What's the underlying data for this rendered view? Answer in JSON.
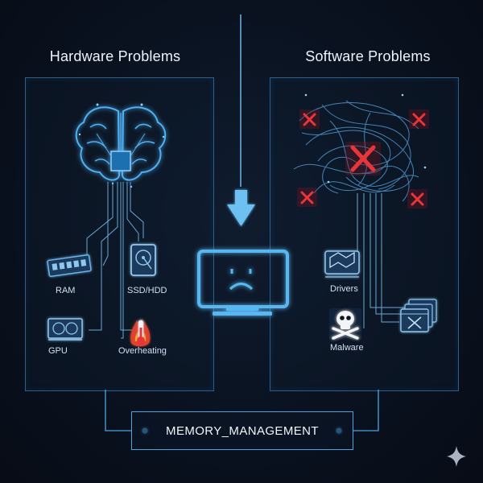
{
  "hardware": {
    "title": "Hardware Problems",
    "items": [
      {
        "label": "RAM",
        "icon": "ram-icon"
      },
      {
        "label": "SSD/HDD",
        "icon": "hard-drive-icon"
      },
      {
        "label": "GPU",
        "icon": "gpu-icon"
      },
      {
        "label": "Overheating",
        "icon": "thermometer-fire-icon"
      }
    ]
  },
  "software": {
    "title": "Software Problems",
    "items": [
      {
        "label": "Drivers",
        "icon": "driver-icon"
      },
      {
        "label": "Malware",
        "icon": "skull-crossbones-icon"
      },
      {
        "label": "",
        "icon": "window-error-icon"
      }
    ]
  },
  "center": {
    "icon": "sad-monitor-icon",
    "arrow_icon": "down-arrow-icon"
  },
  "error_code": "MEMORY_MANAGEMENT",
  "colors": {
    "accent": "#4fb4f0",
    "error": "#e8353a",
    "background": "#0a1220",
    "panel_border": "#2a5f8c"
  }
}
